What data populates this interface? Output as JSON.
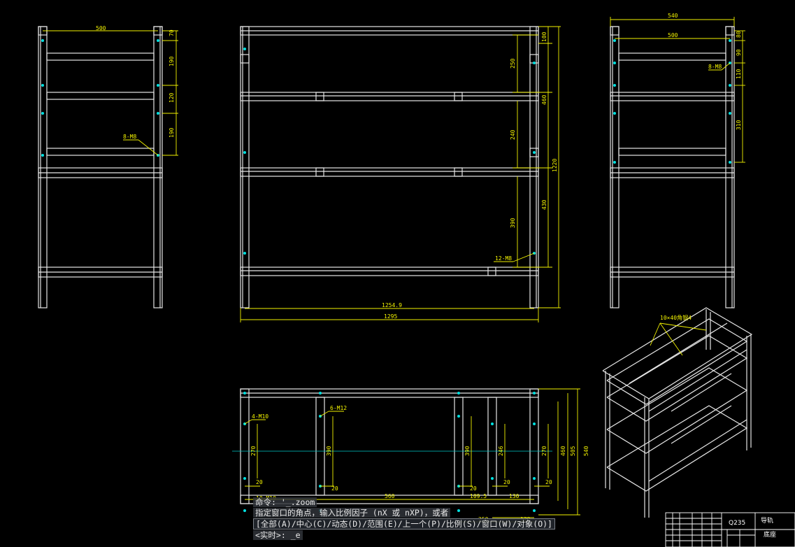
{
  "colors": {
    "background": "#000000",
    "geometry": "#e6e6e6",
    "dimension": "#f2f200",
    "centerline": "#00b9b9",
    "title_block": "#ffffff"
  },
  "views": {
    "left_side": {
      "dims": [
        "500",
        "70",
        "190",
        "120",
        "190"
      ],
      "callout": "8-M8"
    },
    "front": {
      "dims": [
        "100",
        "250",
        "460",
        "240",
        "1220",
        "430",
        "390"
      ],
      "callout": "12-M8",
      "overall_inner": "1254.9",
      "overall_outer": "1295"
    },
    "right_side": {
      "dims": [
        "540",
        "500",
        "80",
        "90",
        "110",
        "310"
      ],
      "callout": "8-M8"
    },
    "top": {
      "dims": [
        "270",
        "20",
        "390",
        "20",
        "390",
        "20",
        "20",
        "246",
        "20",
        "270",
        "460",
        "505",
        "540",
        "560",
        "109.5",
        "130",
        "250",
        "120"
      ],
      "callouts": [
        "4-M10",
        "6-M12",
        "10-M10"
      ]
    },
    "isometric": {
      "callout": "10×40角钢4"
    }
  },
  "title_block": {
    "material": "Q235",
    "part_name": "导轨",
    "scale_note": "底座"
  },
  "command_line": {
    "history_1": "命令: '_.zoom",
    "history_2": "指定窗口的角点，输入比例因子 (nX 或 nXP)，或者",
    "options": "[全部(A)/中心(C)/动态(D)/范围(E)/上一个(P)/比例(S)/窗口(W)/对象(O)]",
    "prompt": "<实时>: _e"
  }
}
